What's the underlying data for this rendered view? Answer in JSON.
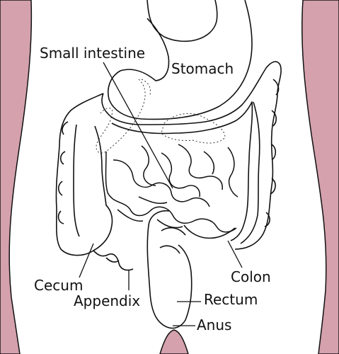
{
  "labels": {
    "small_intestine": "Small intestine",
    "stomach": "Stomach",
    "cecum": "Cecum",
    "appendix": "Appendix",
    "colon": "Colon",
    "rectum": "Rectum",
    "anus": "Anus"
  },
  "colors": {
    "skin": "#d4a1ad",
    "outline": "#111111",
    "background": "#ffffff"
  }
}
